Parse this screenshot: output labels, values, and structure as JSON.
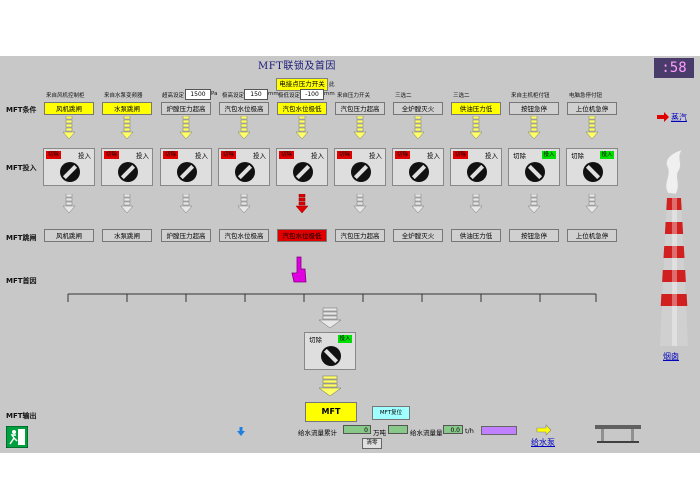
{
  "title": "MFT联锁及首因",
  "clock": ":58",
  "top_note": {
    "label": "电接点压力开关",
    "suffix": "此"
  },
  "notes": [
    "来自风机控制柜",
    "来自水泵变频器",
    "",
    "",
    "",
    "来自压力开关",
    "三选二",
    "三选二",
    "来自主机柜付钮",
    "电脑急停付钮"
  ],
  "setpoints": [
    {
      "label": "超高设定",
      "value": "1500",
      "unit": "Pa"
    },
    {
      "label": "极高设定",
      "value": "150",
      "unit": "mm"
    },
    {
      "label": "极低设定",
      "value": "-100",
      "unit": "mm"
    }
  ],
  "row_labels": {
    "condition": "MFT条件",
    "input": "MFT投入",
    "trip": "MFT跳闸",
    "first": "MFT首因",
    "output": "MFT输出"
  },
  "conditions": [
    "风机跳闸",
    "水泵跳闸",
    "炉膛压力超高",
    "汽包水位极高",
    "汽包水位极低",
    "汽包压力超高",
    "全炉膛灭火",
    "供油压力低",
    "按钮急停",
    "上位机急停"
  ],
  "condition_state": [
    "yellow",
    "yellow",
    "gray",
    "gray",
    "yellow",
    "gray",
    "gray",
    "yellow",
    "gray",
    "gray"
  ],
  "switches": [
    {
      "left": "切除",
      "right": "投入",
      "mode": "red"
    },
    {
      "left": "切除",
      "right": "投入",
      "mode": "red"
    },
    {
      "left": "切除",
      "right": "投入",
      "mode": "red"
    },
    {
      "left": "切除",
      "right": "投入",
      "mode": "red"
    },
    {
      "left": "切除",
      "right": "投入",
      "mode": "red"
    },
    {
      "left": "切除",
      "right": "投入",
      "mode": "red"
    },
    {
      "left": "切除",
      "right": "投入",
      "mode": "red"
    },
    {
      "left": "切除",
      "right": "投入",
      "mode": "red"
    },
    {
      "left": "切除",
      "right": "投入",
      "mode": "green"
    },
    {
      "left": "切除",
      "right": "投入",
      "mode": "green"
    }
  ],
  "trips": [
    "风机跳闸",
    "水泵跳闸",
    "炉膛压力超高",
    "汽包水位极高",
    "汽包水位极低",
    "汽包压力超高",
    "全炉膛灭火",
    "供油压力低",
    "按钮急停",
    "上位机急停"
  ],
  "trip_state": [
    "gray",
    "gray",
    "gray",
    "gray",
    "red",
    "gray",
    "gray",
    "gray",
    "gray",
    "gray"
  ],
  "master_switch": {
    "left": "切除",
    "right": "投入"
  },
  "mft": {
    "label": "MFT",
    "reset": "MFT复位"
  },
  "flow": {
    "feed_label": "给水流量累计",
    "feed_value": "0",
    "feed_unit": "万吨",
    "water_label": "给水流量量",
    "water_value": "0.0",
    "water_unit": "t/h",
    "clear": "清零"
  },
  "steam": "蒸汽",
  "chimney": "烟囱",
  "pump": "给水泵",
  "colors": {
    "yellow": "#ffff00",
    "red": "#e00000",
    "green": "#00e000",
    "magenta": "#e000e0"
  }
}
